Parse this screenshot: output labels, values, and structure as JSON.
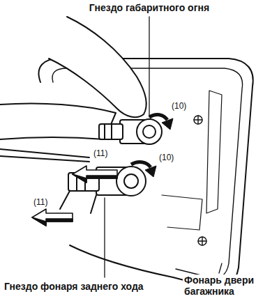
{
  "diagram": {
    "labels": [
      "Гнездо габаритного огня",
      "(10)",
      "(11)",
      "(10)",
      "(11)",
      "Гнездо фонаря заднего хода",
      "Фонарь двери багажника"
    ]
  }
}
